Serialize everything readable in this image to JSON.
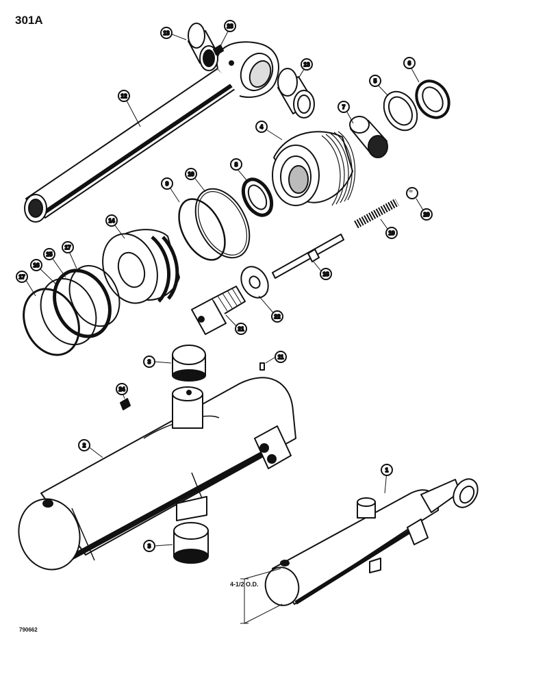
{
  "page": {
    "id": "301A",
    "drawing_number": "790662"
  },
  "dimension": {
    "label": "4-1/2 O.D."
  },
  "callouts": [
    {
      "id": "c13a",
      "label": "13"
    },
    {
      "id": "c23",
      "label": "23"
    },
    {
      "id": "c13b",
      "label": "13"
    },
    {
      "id": "c12",
      "label": "12"
    },
    {
      "id": "c6a",
      "label": "6"
    },
    {
      "id": "c5",
      "label": "5"
    },
    {
      "id": "c7",
      "label": "7"
    },
    {
      "id": "c4",
      "label": "4"
    },
    {
      "id": "c8",
      "label": "8"
    },
    {
      "id": "c10",
      "label": "10"
    },
    {
      "id": "c9",
      "label": "9"
    },
    {
      "id": "c14",
      "label": "14"
    },
    {
      "id": "c20",
      "label": "20"
    },
    {
      "id": "c19",
      "label": "19"
    },
    {
      "id": "c18",
      "label": "18"
    },
    {
      "id": "c17a",
      "label": "17"
    },
    {
      "id": "c15",
      "label": "15"
    },
    {
      "id": "c16",
      "label": "16"
    },
    {
      "id": "c17b",
      "label": "17"
    },
    {
      "id": "c22",
      "label": "22"
    },
    {
      "id": "c21",
      "label": "21"
    },
    {
      "id": "c3a",
      "label": "3"
    },
    {
      "id": "c11",
      "label": "11"
    },
    {
      "id": "c24",
      "label": "24"
    },
    {
      "id": "c2",
      "label": "2"
    },
    {
      "id": "c1",
      "label": "1"
    },
    {
      "id": "c3b",
      "label": "3"
    }
  ]
}
